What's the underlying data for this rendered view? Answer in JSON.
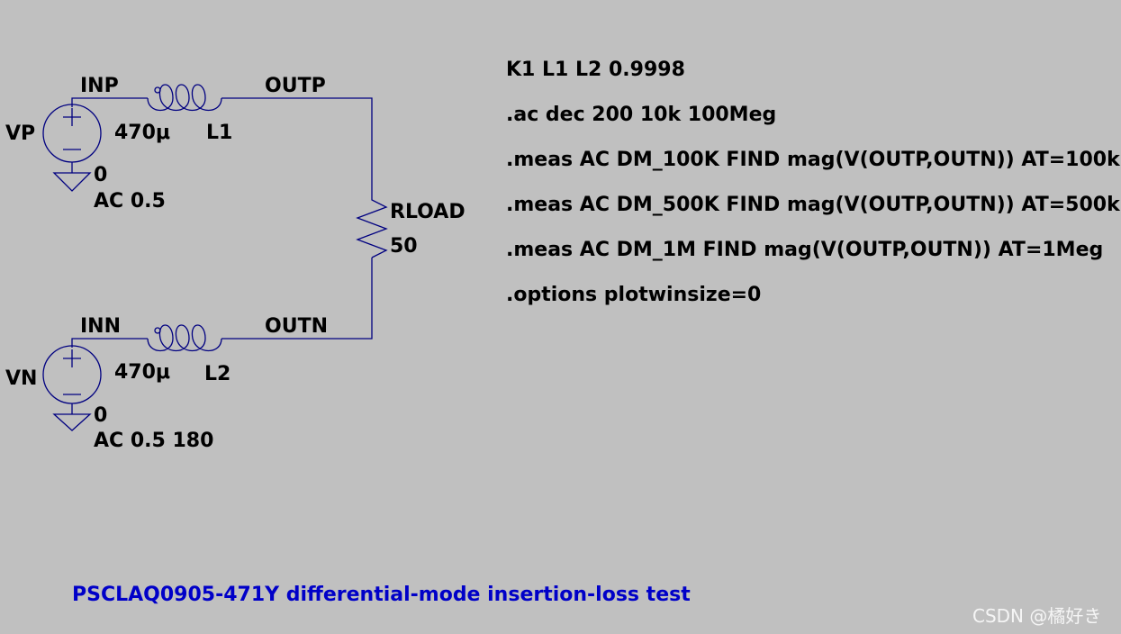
{
  "schematic": {
    "colors": {
      "background": "#c0c0c0",
      "wire": "#000080",
      "text": "#000000",
      "comment": "#0000c8"
    },
    "nets": {
      "inp": "INP",
      "outp": "OUTP",
      "inn": "INN",
      "outn": "OUTN"
    },
    "sources": [
      {
        "name": "VP",
        "ground": "0",
        "ac": "AC 0.5"
      },
      {
        "name": "VN",
        "ground": "0",
        "ac": "AC 0.5 180"
      }
    ],
    "inductors": [
      {
        "name": "L1",
        "value": "470μ"
      },
      {
        "name": "L2",
        "value": "470μ"
      }
    ],
    "resistor": {
      "name": "RLOAD",
      "value": "50"
    },
    "directives": [
      "K1 L1 L2 0.9998",
      ".ac dec 200 10k 100Meg",
      ".meas AC DM_100K FIND mag(V(OUTP,OUTN)) AT=100k",
      ".meas AC DM_500K FIND mag(V(OUTP,OUTN)) AT=500k",
      ".meas AC DM_1M FIND mag(V(OUTP,OUTN)) AT=1Meg",
      ".options plotwinsize=0"
    ],
    "comment": "PSCLAQ0905-471Y differential-mode insertion-loss test"
  },
  "watermark": "CSDN @橘好き"
}
